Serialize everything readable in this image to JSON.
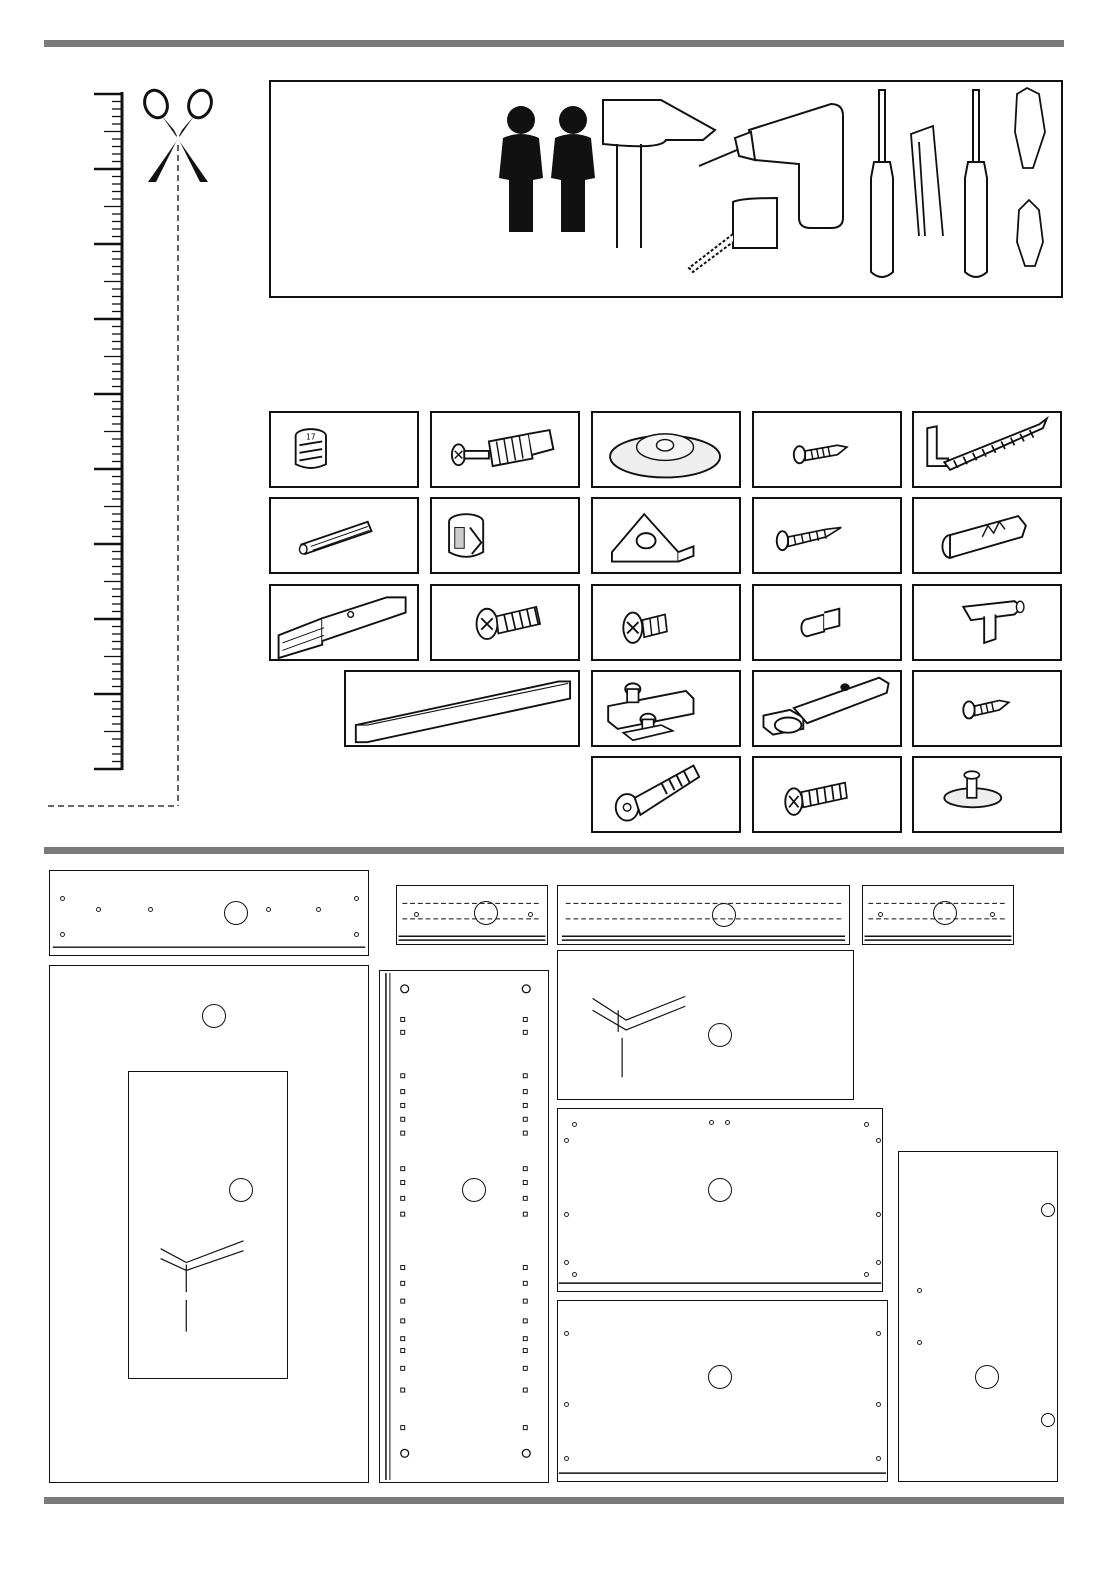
{
  "page": {
    "rules": [
      "top-rule",
      "middle-rule",
      "bottom-rule"
    ]
  },
  "tools": {
    "people_count": 2,
    "icons": [
      "person-icon",
      "person-icon",
      "hammer-icon",
      "drill-icon",
      "tape-measure-icon",
      "flathead-screwdriver-icon",
      "tweezers-icon",
      "phillips-screwdriver-icon",
      "screwdriver-bit-icon",
      "screwdriver-bit-icon"
    ]
  },
  "ruler": {
    "icons": [
      "ruler-icon",
      "scissors-icon"
    ]
  },
  "hardware": {
    "rows": [
      [
        "cam-lock-icon",
        "cam-bolt-icon",
        "round-cap-icon",
        "short-screw-icon",
        "hook-lag-screw-icon"
      ],
      [
        "wooden-dowel-icon",
        "cam-lock-nut-icon",
        "corner-bracket-icon",
        "wood-screw-icon",
        "wall-plug-icon"
      ],
      [
        "drawer-runner-icon",
        "euro-screw-icon",
        "short-euro-screw-icon",
        "shelf-pin-icon",
        "shelf-support-icon"
      ],
      [
        "handle-bar-icon",
        "hinge-plate-icon",
        "concealed-hinge-icon",
        "small-screw-icon"
      ],
      [
        "connecting-bolt-icon",
        "coarse-screw-icon",
        "furniture-glide-icon"
      ]
    ]
  },
  "panels": {
    "names": [
      "top-panel",
      "plinth-panel-left",
      "plinth-panel-center",
      "plinth-panel-right",
      "door-panel-large",
      "side-panel",
      "drawer-panel",
      "shelf-panel",
      "bottom-panel",
      "small-door-panel"
    ]
  }
}
